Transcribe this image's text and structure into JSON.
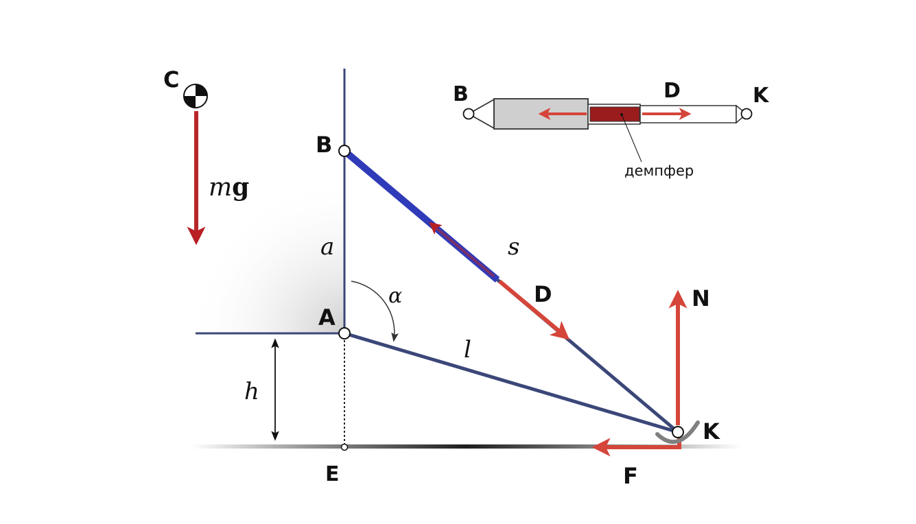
{
  "points": {
    "B": "B",
    "A": "A",
    "C": "C",
    "D": "D",
    "K": "K",
    "E": "E",
    "F": "F",
    "N": "N"
  },
  "variables": {
    "a": "a",
    "s": "s",
    "l": "l",
    "h": "h",
    "alpha": "α",
    "m": "m",
    "g": "g"
  },
  "inset": {
    "left_label": "B",
    "mid_label": "D",
    "right_label": "K",
    "damper_label": "демпфер"
  },
  "colors": {
    "structure": "#3b4778",
    "rod_blue": "#2f3bb8",
    "force_red": "#d5453a",
    "dark_red": "#9b1c1c",
    "gray_body": "#cfcfcf"
  }
}
